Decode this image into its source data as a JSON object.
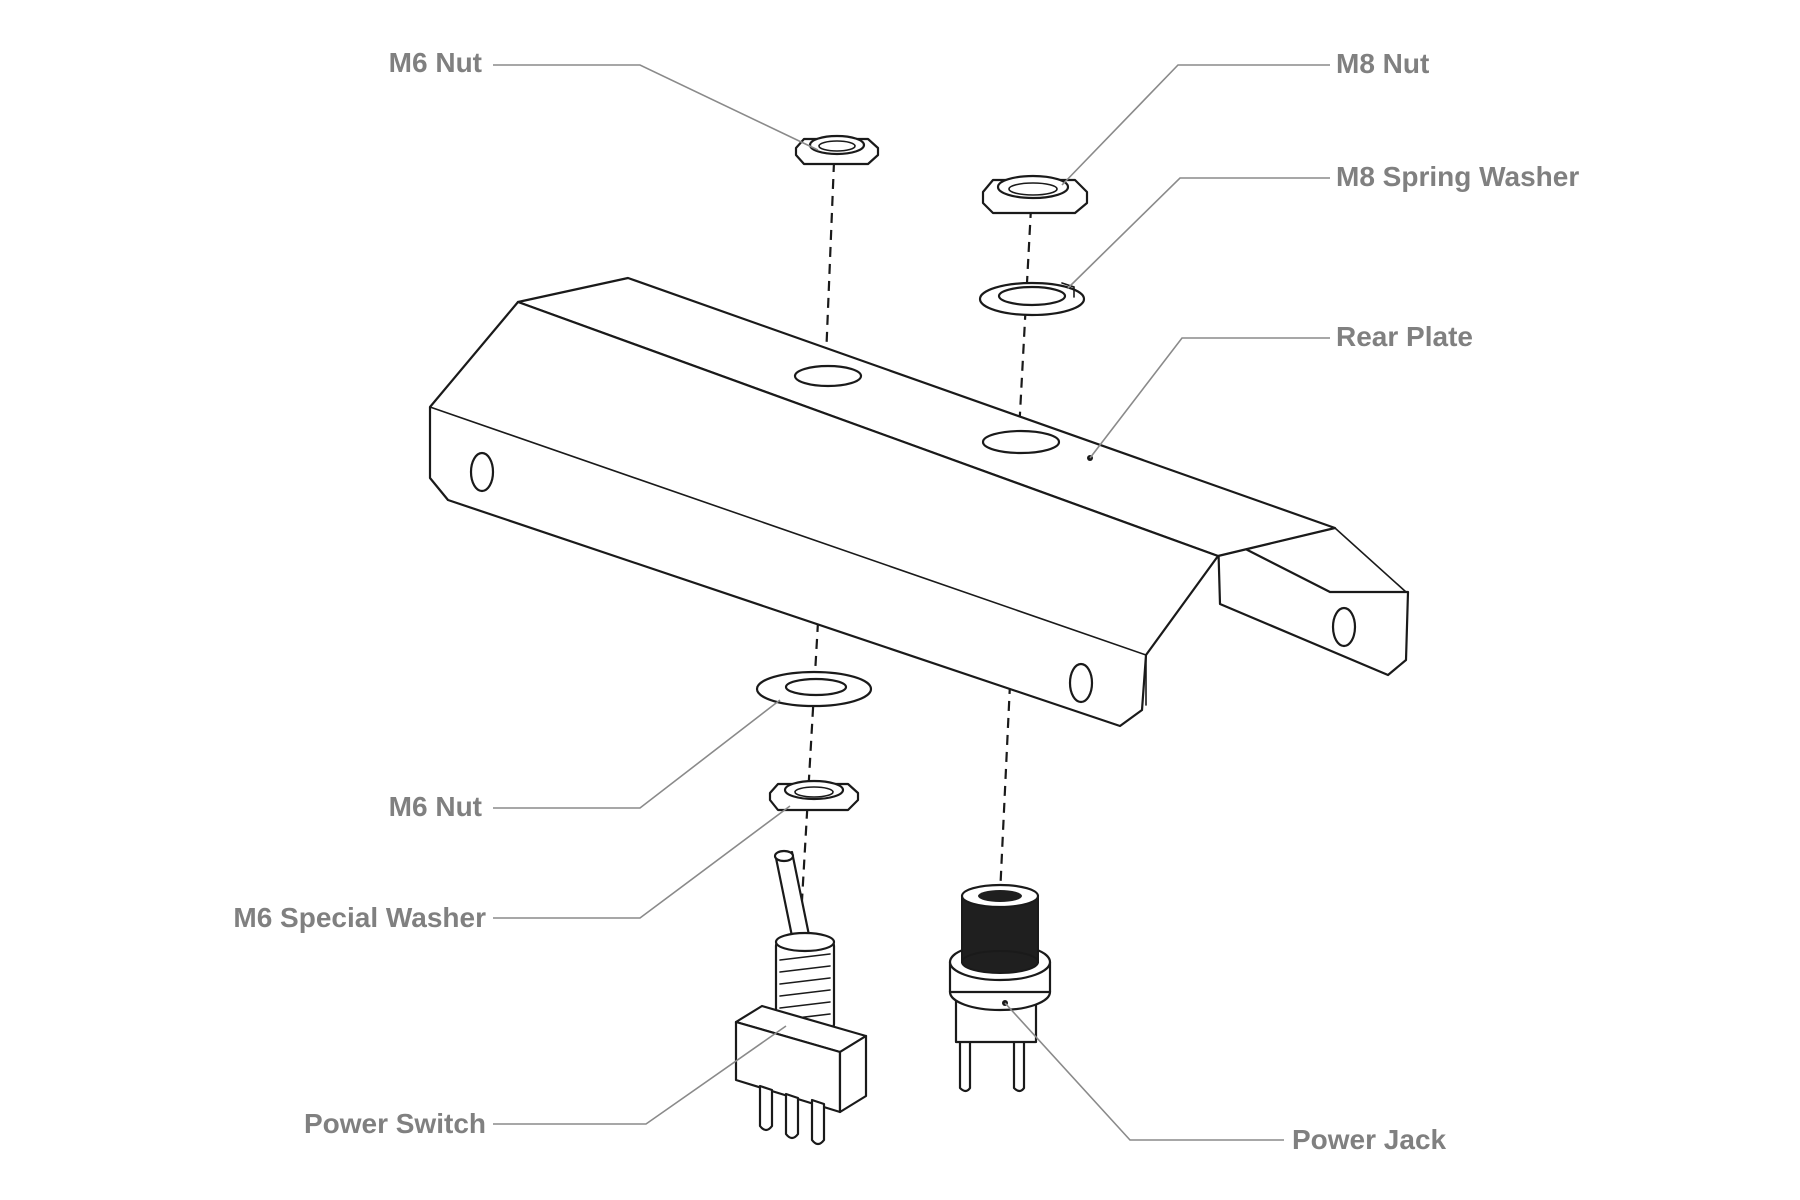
{
  "labels": {
    "m6_nut_top": "M6 Nut",
    "m8_nut": "M8 Nut",
    "m8_spring_washer": "M8 Spring Washer",
    "rear_plate": "Rear Plate",
    "m6_nut_bottom": "M6 Nut",
    "m6_special_washer": "M6 Special Washer",
    "power_switch": "Power Switch",
    "power_jack": "Power Jack"
  },
  "colors": {
    "label_text": "#808080",
    "leader_line": "#8a8a8a",
    "line_art": "#1a1a1a",
    "background": "#ffffff"
  }
}
